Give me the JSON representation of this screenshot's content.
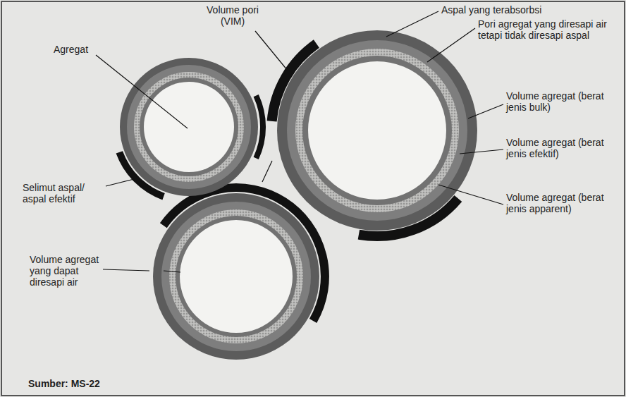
{
  "diagram": {
    "caption": "Sumber: MS-22",
    "labels": [
      "Agregat",
      "Volume pori (VIM)",
      "Aspal yang terabsorbsi",
      "Pori agregat yang diresapi air tetapi tidak diresapi aspal",
      "Volume agregat (berat jenis bulk)",
      "Volume agregat (berat jenis efektif)",
      "Volume agregat (berat jenis apparent)",
      "Selimut aspal/ aspal efektif",
      "Volume agregat yang dapat diresapi air"
    ]
  }
}
